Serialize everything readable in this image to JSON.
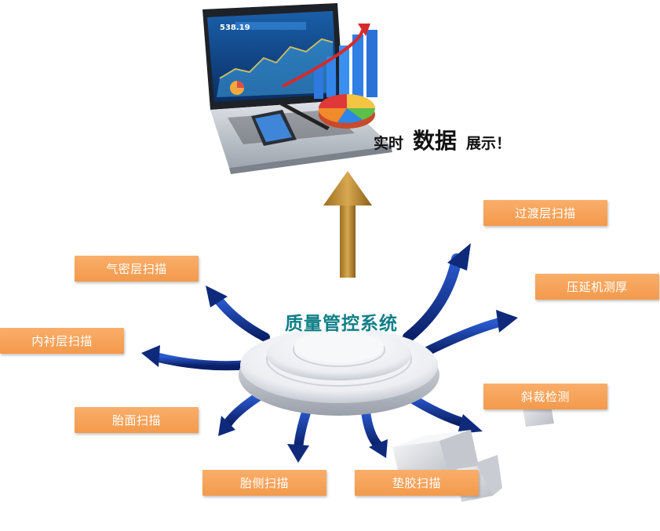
{
  "headline": {
    "part1": "实时",
    "part2": "数据",
    "part3": "展示！"
  },
  "center": {
    "title": "质量管控系统"
  },
  "laptop_screen": {
    "ticker_value": "538.19"
  },
  "labels": {
    "guodu": "过渡层扫描",
    "yayan": "压延机测厚",
    "xiecai": "斜裁检测",
    "dianjiao": "垫胶扫描",
    "taice": "胎侧扫描",
    "taimian": "胎面扫描",
    "neichen": "内衬层扫描",
    "qimi": "气密层扫描"
  },
  "colors": {
    "label_bg": "#f8a35a",
    "arrow_blue": "#12308a",
    "arrow_up": "#b8862f",
    "title_teal": "#0e7f86"
  }
}
